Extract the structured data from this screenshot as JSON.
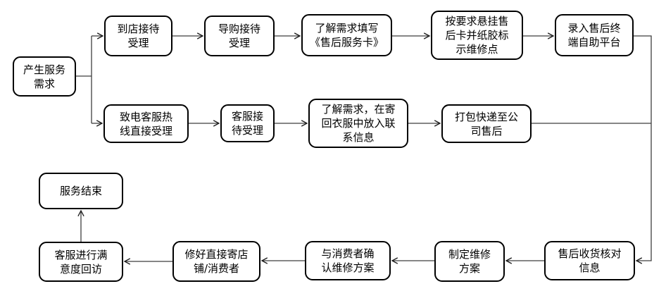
{
  "diagram": {
    "type": "flowchart",
    "style": {
      "box_border_color": "#000000",
      "box_fill_color": "#ffffff",
      "connector_color": "#3f3f3f",
      "text_color": "#000000",
      "background_color": "#ffffff"
    },
    "nodes": [
      {
        "id": "start",
        "label": "产生服务\n需求"
      },
      {
        "id": "store-reception",
        "label": "到店接待\n受理"
      },
      {
        "id": "guide-reception",
        "label": "导购接待\n受理"
      },
      {
        "id": "fill-service-card",
        "label": "了解需求填写\n《售后服务卡》"
      },
      {
        "id": "hang-service-card",
        "label": "按要求悬挂售\n后卡并纸胶标\n示维修点"
      },
      {
        "id": "enter-platform",
        "label": "录入售后终\n端自助平台"
      },
      {
        "id": "call-hotline",
        "label": "致电客服热\n线直接受理"
      },
      {
        "id": "cs-reception",
        "label": "客服接\n待受理"
      },
      {
        "id": "mail-contact-info",
        "label": "了解需求，在寄\n回衣服中放入联\n系信息"
      },
      {
        "id": "pack-and-ship",
        "label": "打包快递至公\n司售后"
      },
      {
        "id": "service-end",
        "label": "服务结束"
      },
      {
        "id": "satisfaction-visit",
        "label": "客服进行满\n意度回访"
      },
      {
        "id": "send-back",
        "label": "修好直接寄店\n铺/消费者"
      },
      {
        "id": "confirm-repair-plan",
        "label": "与消费者确\n认维修方案"
      },
      {
        "id": "make-repair-plan",
        "label": "制定维修\n方案"
      },
      {
        "id": "receive-and-check",
        "label": "售后收货核对\n信息"
      }
    ],
    "edges": [
      {
        "from": "start",
        "to": "store-reception"
      },
      {
        "from": "start",
        "to": "call-hotline"
      },
      {
        "from": "store-reception",
        "to": "guide-reception"
      },
      {
        "from": "guide-reception",
        "to": "fill-service-card"
      },
      {
        "from": "fill-service-card",
        "to": "hang-service-card"
      },
      {
        "from": "hang-service-card",
        "to": "enter-platform"
      },
      {
        "from": "enter-platform",
        "to": "receive-and-check"
      },
      {
        "from": "call-hotline",
        "to": "cs-reception"
      },
      {
        "from": "cs-reception",
        "to": "mail-contact-info"
      },
      {
        "from": "mail-contact-info",
        "to": "pack-and-ship"
      },
      {
        "from": "pack-and-ship",
        "to": "receive-and-check"
      },
      {
        "from": "receive-and-check",
        "to": "make-repair-plan"
      },
      {
        "from": "make-repair-plan",
        "to": "confirm-repair-plan"
      },
      {
        "from": "confirm-repair-plan",
        "to": "send-back"
      },
      {
        "from": "send-back",
        "to": "satisfaction-visit"
      },
      {
        "from": "satisfaction-visit",
        "to": "service-end"
      }
    ]
  }
}
